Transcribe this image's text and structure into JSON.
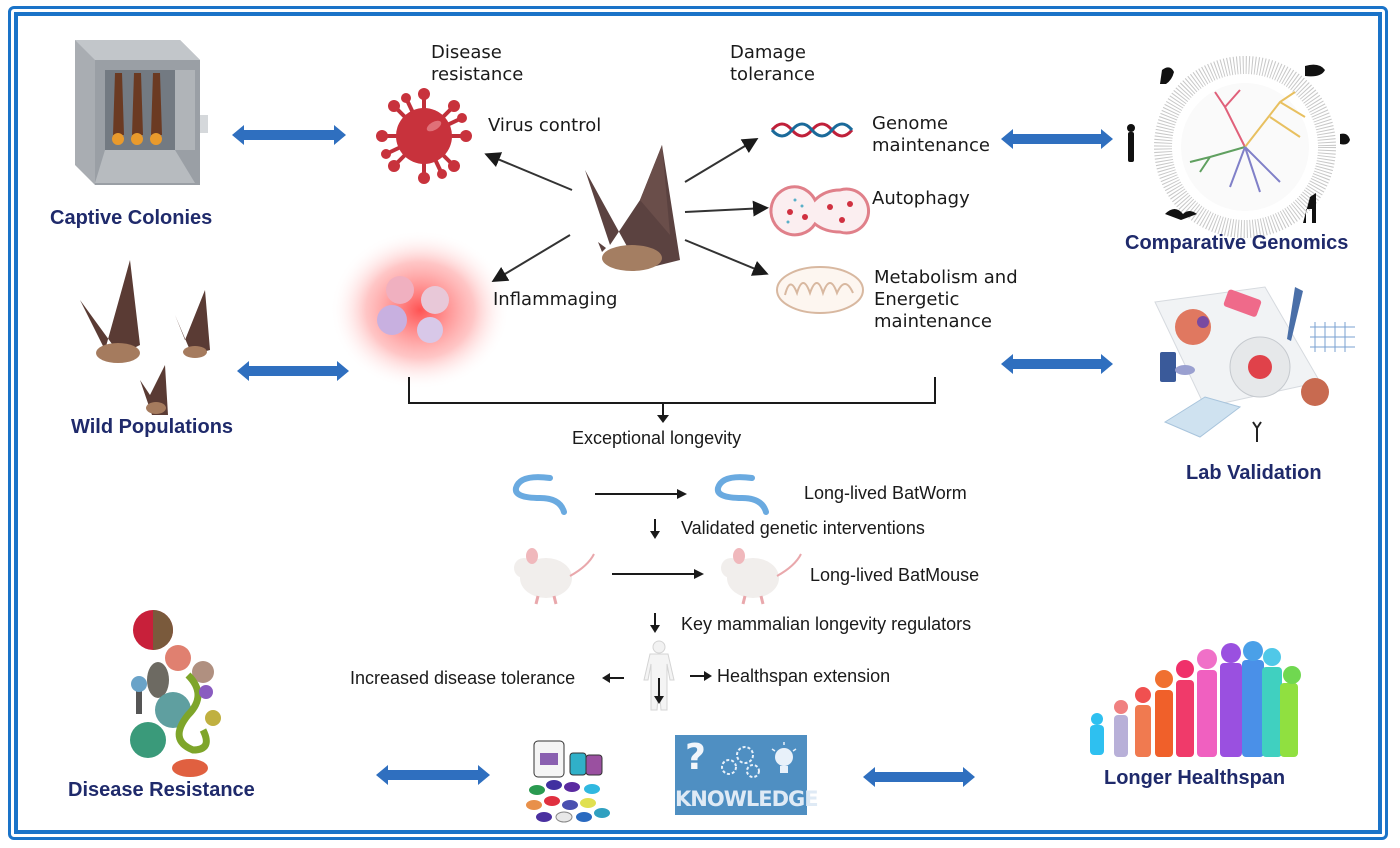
{
  "colors": {
    "frame": "#1a73c8",
    "panel_title": "#1f2a6b",
    "double_arrow": "#2f6fbf",
    "text": "#1a1a1a"
  },
  "panels": {
    "captive_colonies": "Captive Colonies",
    "wild_populations": "Wild Populations",
    "comparative_genomics": "Comparative Genomics",
    "lab_validation": "Lab Validation",
    "disease_resistance": "Disease Resistance",
    "longer_healthspan": "Longer Healthspan"
  },
  "center": {
    "disease_resistance_heading": "Disease resistance",
    "damage_tolerance_heading": "Damage tolerance",
    "virus_control": "Virus control",
    "inflammaging": "Inflammaging",
    "genome_maintenance": "Genome maintenance",
    "autophagy": "Autophagy",
    "metabolism": "Metabolism and Energetic maintenance",
    "exceptional_longevity": "Exceptional longevity",
    "long_lived_batworm": "Long-lived BatWorm",
    "validated_genetic_interventions": "Validated genetic interventions",
    "long_lived_batmouse": "Long-lived BatMouse",
    "key_regulators": "Key mammalian longevity regulators",
    "increased_disease_tolerance": "Increased disease tolerance",
    "healthspan_extension": "Healthspan extension"
  },
  "knowledge_box": {
    "question_mark": "?",
    "label": "KNOWLEDGE"
  },
  "icons": [
    "bat-cage-icon",
    "bat-icon",
    "virus-icon",
    "immune-cells-icon",
    "dna-icon",
    "autophagosome-icon",
    "mitochondria-icon",
    "phylogenetic-tree-icon",
    "lab-tools-icon",
    "worm-icon",
    "mouse-icon",
    "human-icon",
    "pathogens-icon",
    "medicine-icon",
    "knowledge-icon",
    "aging-people-icon"
  ]
}
